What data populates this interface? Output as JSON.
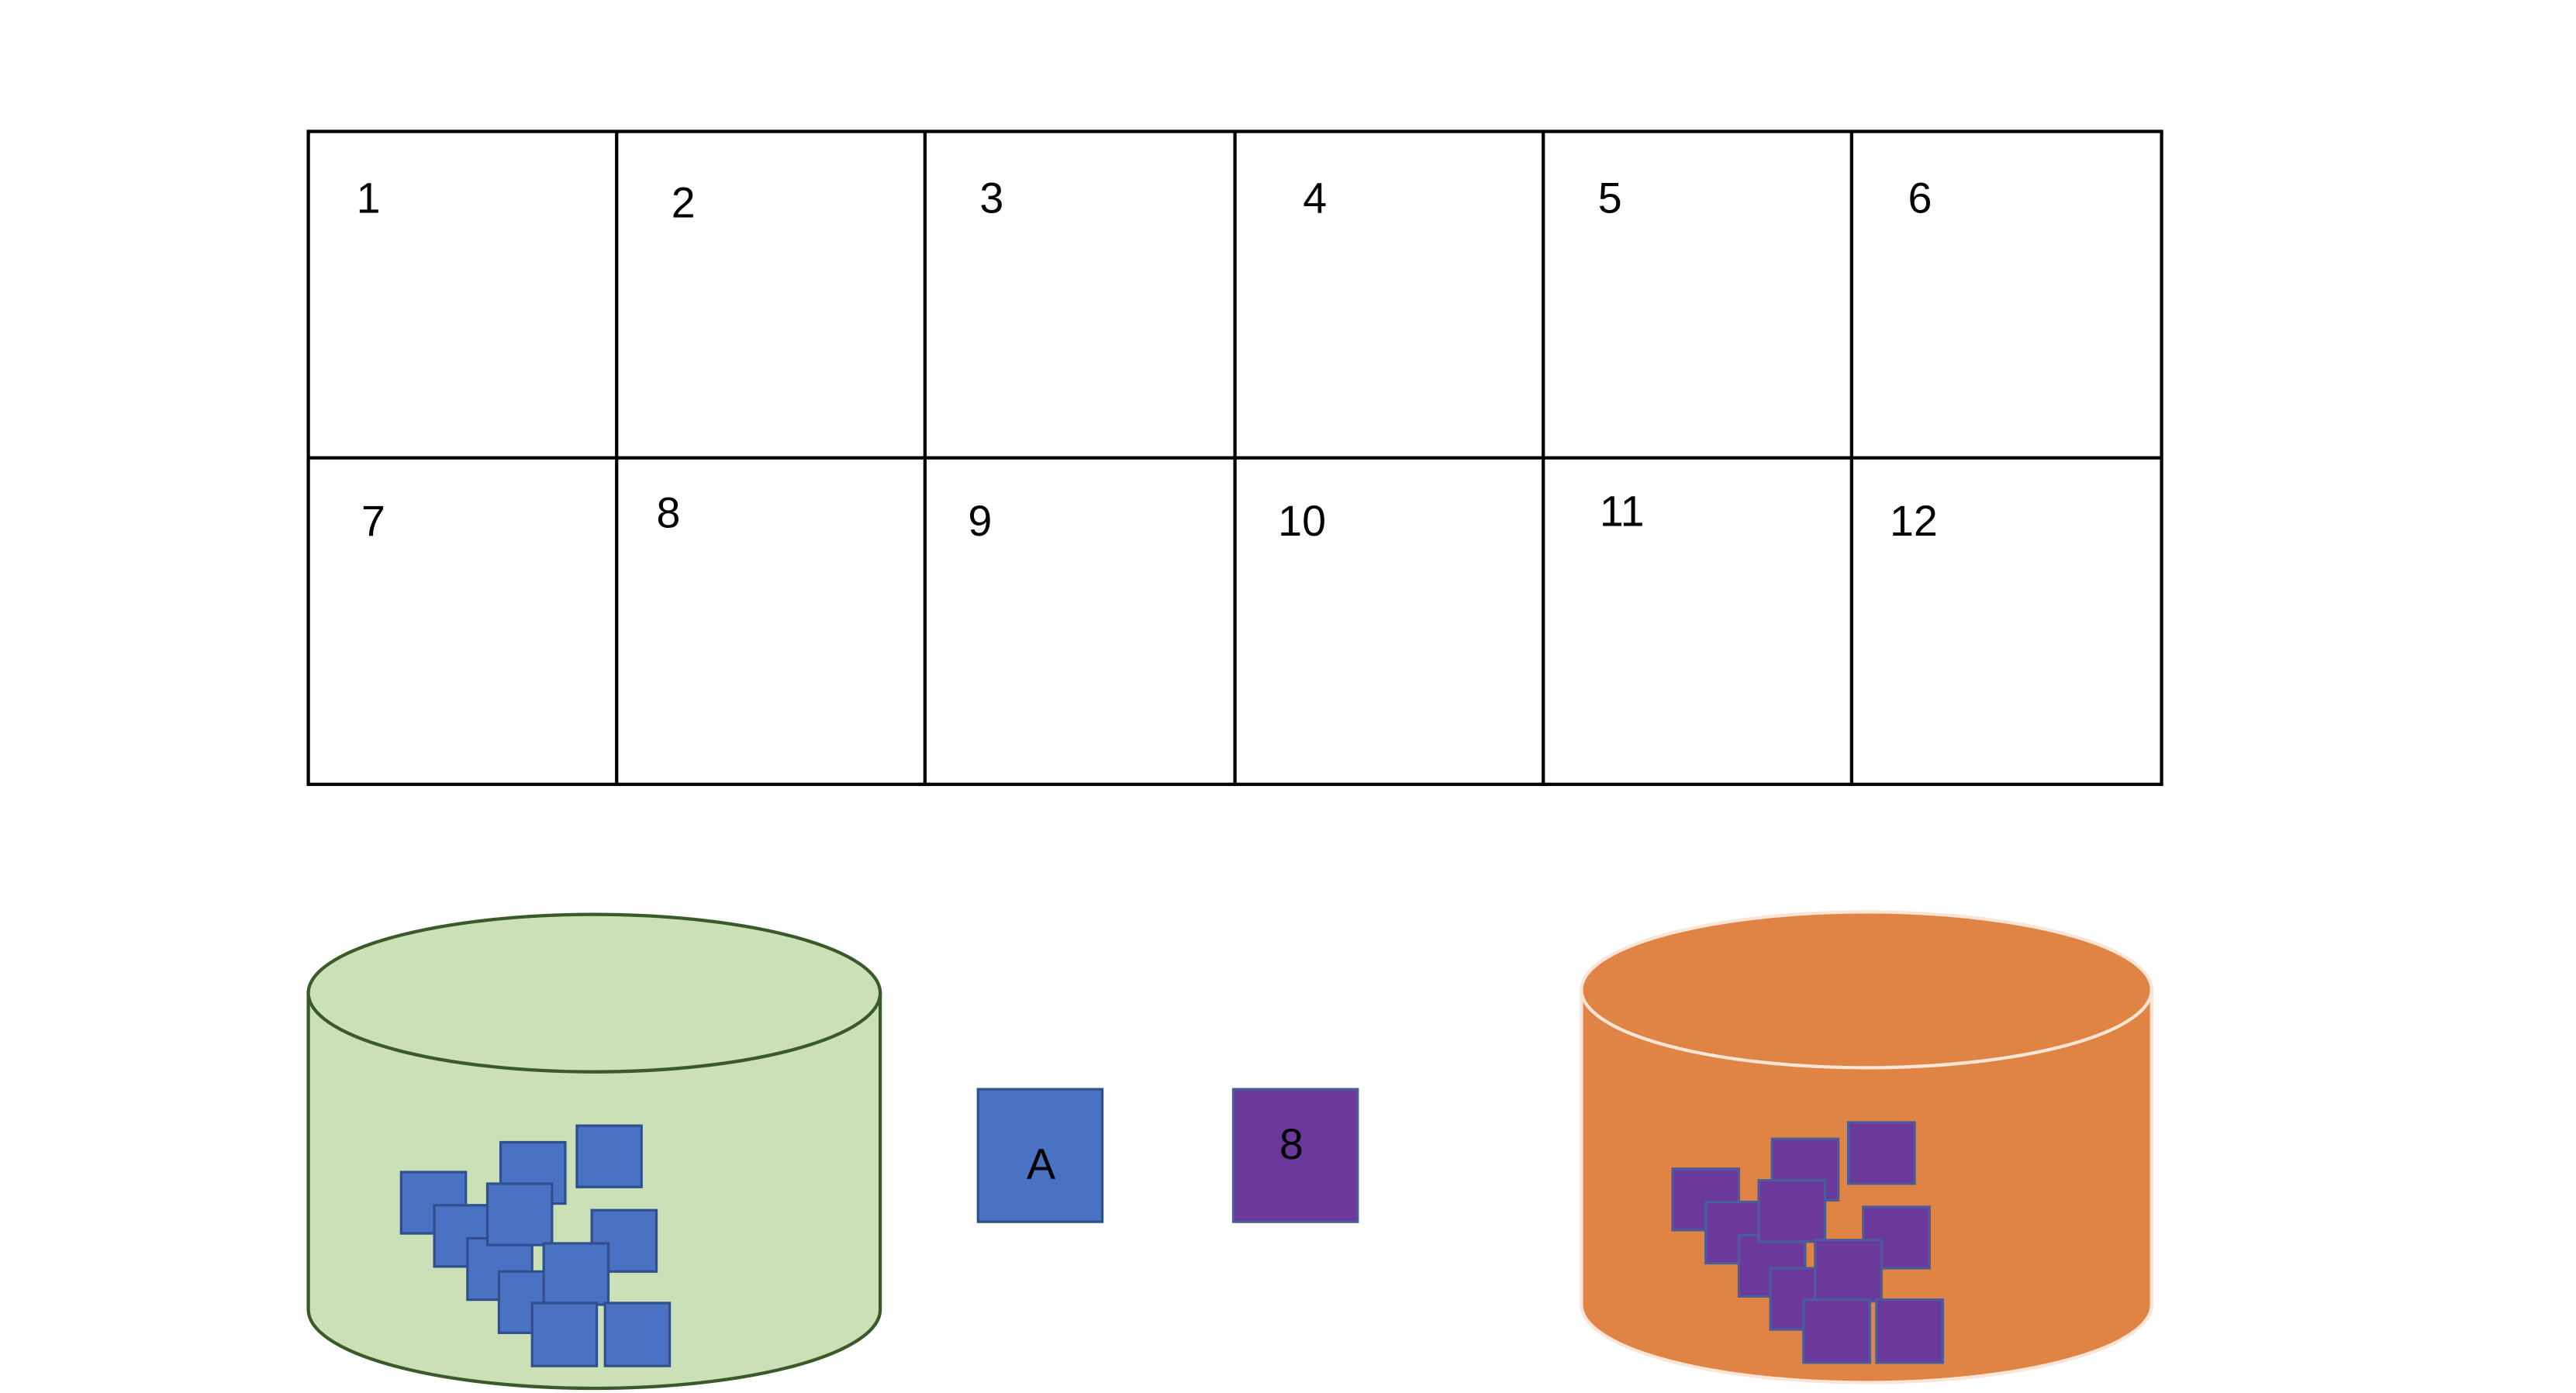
{
  "grid": {
    "cells": [
      "1",
      "2",
      "3",
      "4",
      "5",
      "6",
      "7",
      "8",
      "9",
      "10",
      "11",
      "12"
    ]
  },
  "cards": {
    "blue_card": {
      "label": "A"
    },
    "purple_card": {
      "label": "8"
    }
  },
  "colors": {
    "grid_line": "#000000",
    "green_cylinder_fill": "#cbe0b7",
    "green_cylinder_stroke": "#3a5a2a",
    "orange_cylinder_fill": "#e08446",
    "orange_cylinder_stroke": "#fbe5d6",
    "blue_tile": "#4a72c2",
    "blue_tile_stroke": "#2f4f8f",
    "purple_tile": "#6b399c",
    "purple_tile_stroke": "#4a5d9a"
  }
}
